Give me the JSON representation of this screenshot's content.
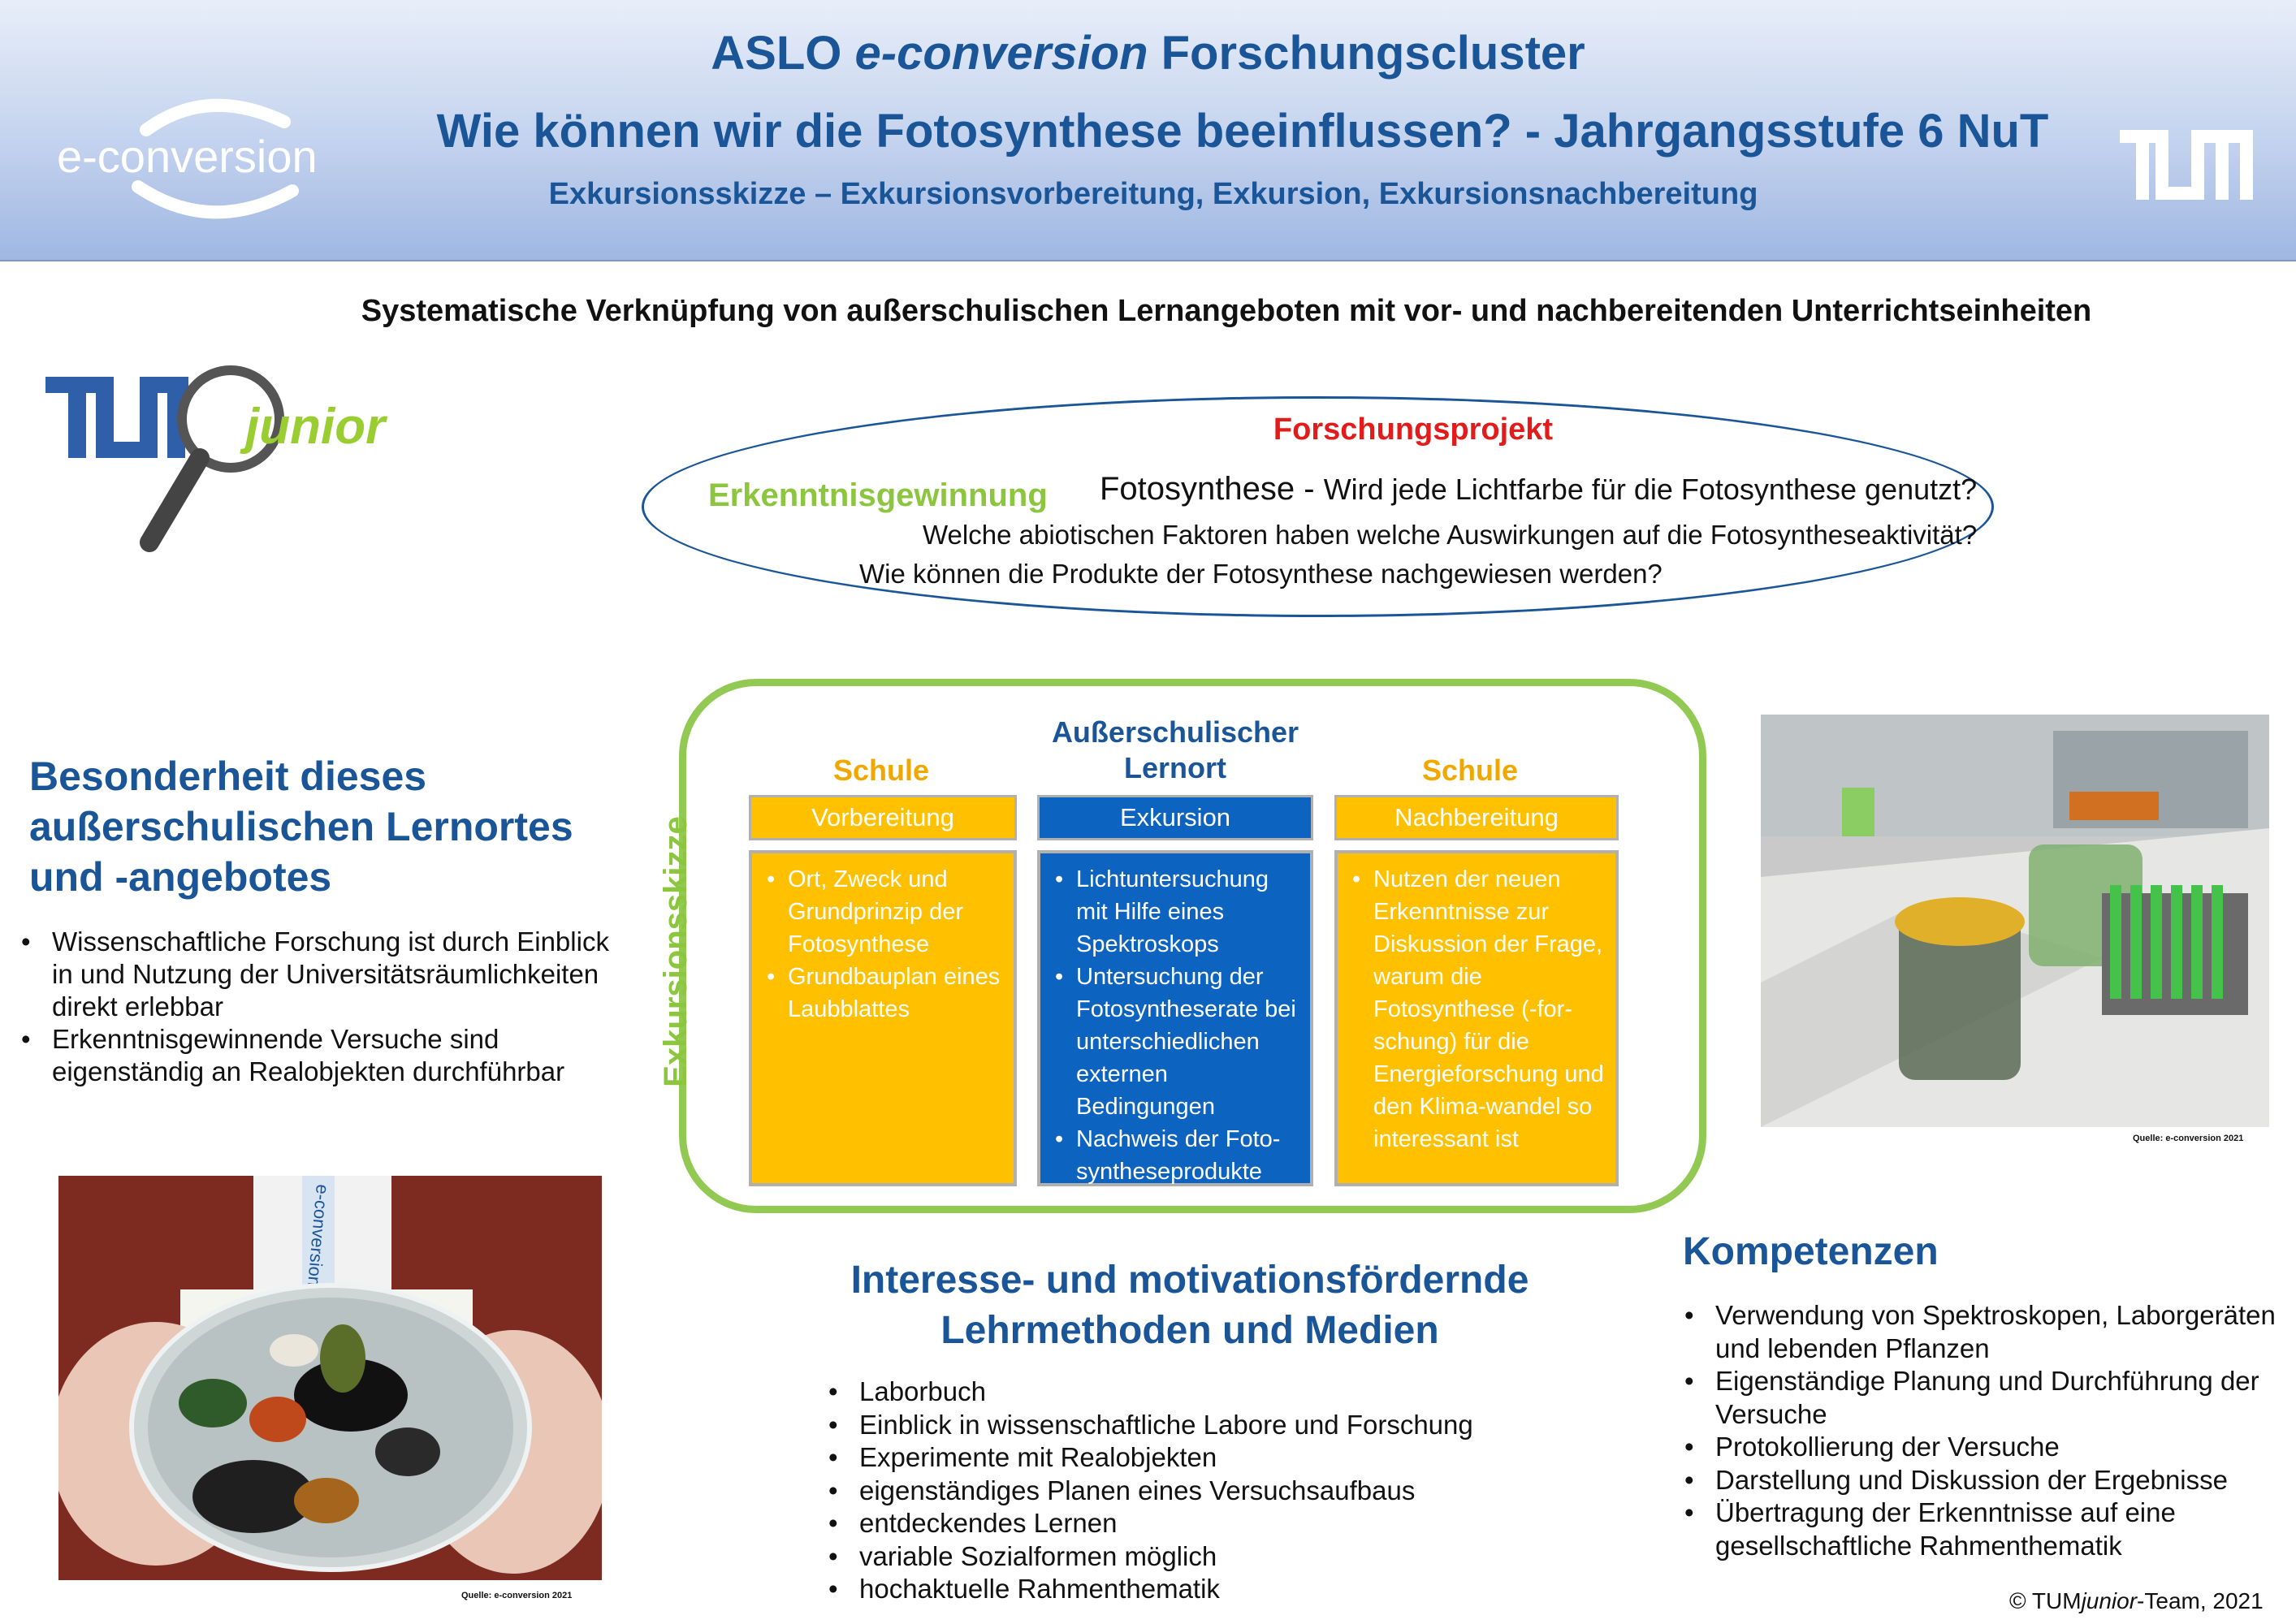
{
  "header": {
    "title_prefix": "ASLO ",
    "title_italic": "e-conversion",
    "title_suffix": " Forschungscluster",
    "question": "Wie können wir die Fotosynthese beeinflussen? - Jahrgangsstufe 6 NuT",
    "subtitle": "Exkursionsskizze – Exkursionsvorbereitung, Exkursion, Exkursionsnachbereitung",
    "logo_left": "e-conversion",
    "logo_right": "TUM"
  },
  "main_subtitle": "Systematische Verknüpfung von außerschulischen Lernangeboten mit vor- und nachbereitenden Unterrichtseinheiten",
  "tumjunior_logo": {
    "tum": "TUM",
    "junior": "junior"
  },
  "ellipse": {
    "heading": "Forschungsprojekt",
    "left_label": "Erkenntnisgewinnung",
    "q1_main": "Fotosynthese - ",
    "q1_rest": "Wird jede Lichtfarbe für die Fotosynthese genutzt?",
    "q2": "Welche abiotischen Faktoren haben welche Auswirkungen auf die Fotosyntheseaktivität?",
    "q3": "Wie können die Produkte der Fotosynthese nachgewiesen werden?"
  },
  "besonderheit": {
    "title": "Besonderheit dieses außerschulischen Lernortes und -angebotes",
    "items": [
      "Wissenschaftliche Forschung ist durch Einblick in und Nutzung der Universitätsräumlichkeiten direkt erlebbar",
      "Erkenntnisgewinnende Versuche sind eigenständig an Realobjekten durchführbar"
    ]
  },
  "skizze": {
    "vertical_label": "Exkursionsskizze",
    "columns": [
      {
        "label": "Schule",
        "header": "Vorbereitung",
        "items": [
          "Ort, Zweck und Grundprinzip der Fotosynthese",
          "Grundbauplan eines Laubblattes"
        ]
      },
      {
        "label": "Außerschulischer Lernort",
        "header": "Exkursion",
        "items": [
          "Lichtuntersuchung mit Hilfe eines Spektroskops",
          "Untersuchung der Fotosyntheserate bei unterschiedlichen externen Bedingungen",
          "Nachweis der Foto-syntheseprodukte"
        ]
      },
      {
        "label": "Schule",
        "header": "Nachbereitung",
        "items": [
          "Nutzen der neuen Erkenntnisse zur Diskussion der Frage, warum die Fotosynthese (-for-schung) für die Energieforschung und den Klima-wandel so interessant ist"
        ]
      }
    ],
    "colors": {
      "schule": "#ffc000",
      "lernort": "#0d63c0",
      "frame": "#92c952"
    }
  },
  "interesse": {
    "title": "Interesse- und motivationsfördernde Lehrmethoden und Medien",
    "items": [
      "Laborbuch",
      "Einblick in wissenschaftliche Labore und Forschung",
      "Experimente mit Realobjekten",
      "eigenständiges Planen eines Versuchsaufbaus",
      "entdeckendes Lernen",
      "variable Sozialformen möglich",
      "hochaktuelle Rahmenthematik"
    ]
  },
  "kompetenzen": {
    "title": "Kompetenzen",
    "items": [
      "Verwendung von Spektroskopen, Laborgeräten und lebenden Pflanzen",
      "Eigenständige Planung und Durchführung der Versuche",
      "Protokollierung der Versuche",
      "Darstellung und Diskussion der Ergebnisse",
      "Übertragung der Erkenntnisse auf eine gesellschaftliche Rahmenthematik"
    ]
  },
  "photo_left": {
    "source": "Quelle: e-conversion 2021",
    "lanyard_text": "e-conversion"
  },
  "photo_right": {
    "source": "Quelle: e-conversion 2021"
  },
  "footer": {
    "copyright_prefix": "© TUM",
    "copyright_italic": "junior",
    "copyright_suffix": "-Team, 2021"
  },
  "accent_colors": {
    "title_blue": "#1a5597",
    "red": "#e31b1b",
    "green": "#8cc63f"
  }
}
